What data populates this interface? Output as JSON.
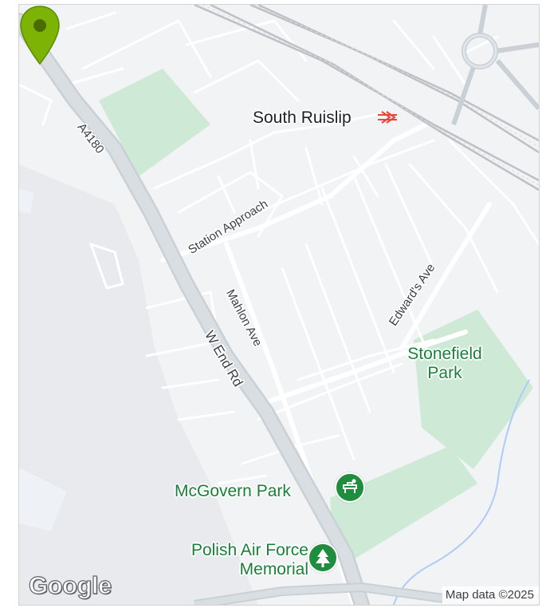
{
  "map": {
    "roads": {
      "a4180": "A4180",
      "w_end_rd": "W End Rd",
      "station_approach": "Station Approach",
      "mahlon_ave": "Mahlon Ave",
      "edwards_ave": "Edward's Ave"
    },
    "places": {
      "south_ruislip": "South Ruislip",
      "stonefield_park": "Stonefield Park",
      "mcgovern_park": "McGovern Park",
      "polish_air_force_memorial": "Polish Air Force Memorial"
    },
    "icons": {
      "station": "rail-station-icon",
      "pin": "location-pin-icon",
      "park": "park-icon",
      "memorial": "tree-icon"
    },
    "colors": {
      "land": "#f1f3f4",
      "road": "#ffffff",
      "major_road": "#d7dde3",
      "park": "#ceead6",
      "park_text": "#188038",
      "water": "#aecbfa",
      "pin": "#7cb305",
      "rail_icon": "#e8453c"
    }
  },
  "footer": {
    "logo": "Google",
    "attribution": "Map data ©2025"
  }
}
